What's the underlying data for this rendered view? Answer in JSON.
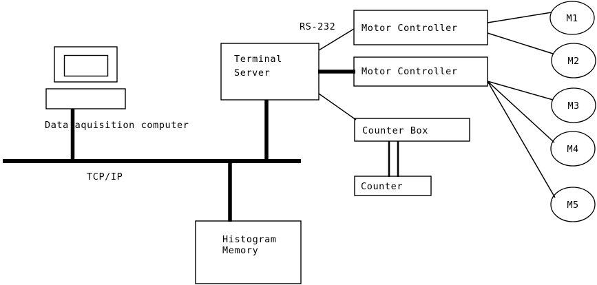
{
  "diagram": {
    "title": "Data acquisition system block diagram",
    "stroke_color": "#000000",
    "background_color": "#ffffff",
    "nodes": {
      "monitor": {
        "name": "monitor"
      },
      "computer_base": {
        "name": "computer-base"
      },
      "terminal_server": {
        "line1": "Terminal",
        "line2": "Server"
      },
      "motor_controller_1": {
        "label": "Motor Controller"
      },
      "motor_controller_2": {
        "label": "Motor Controller"
      },
      "counter_box": {
        "label": "Counter Box"
      },
      "counter": {
        "label": "Counter"
      },
      "histogram_memory": {
        "line1": "Histogram",
        "line2": "Memory"
      },
      "motors": [
        {
          "label": "M1"
        },
        {
          "label": "M2"
        },
        {
          "label": "M3"
        },
        {
          "label": "M4"
        },
        {
          "label": "M5"
        }
      ]
    },
    "labels": {
      "data_acquisition": "Data aquisition computer",
      "network": "TCP/IP",
      "serial": "RS-232"
    }
  }
}
